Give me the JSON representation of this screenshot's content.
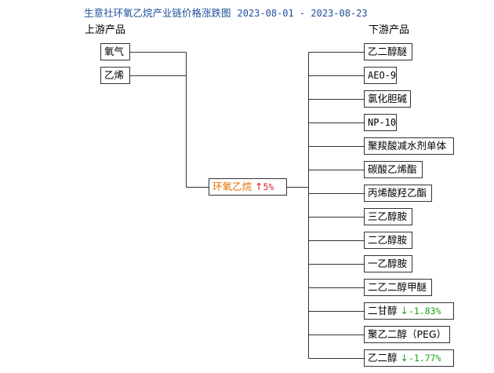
{
  "title": "生意社环氧乙烷产业链价格涨跌图",
  "date_range": "2023-08-01 - 2023-08-23",
  "upstream_heading": "上游产品",
  "downstream_heading": "下游产品",
  "upstream": [
    "氧气",
    "乙烯"
  ],
  "center": {
    "name": "环氧乙烷",
    "arrow": "↑",
    "change": "5%",
    "direction": "up"
  },
  "downstream": [
    {
      "name": "乙二醇醚"
    },
    {
      "name": "AEO-9",
      "mono": true
    },
    {
      "name": "氯化胆碱"
    },
    {
      "name": "NP-10",
      "mono": true
    },
    {
      "name": "聚羧酸减水剂单体"
    },
    {
      "name": "碳酸乙烯酯"
    },
    {
      "name": "丙烯酸羟乙酯"
    },
    {
      "name": "三乙醇胺"
    },
    {
      "name": "二乙醇胺"
    },
    {
      "name": "一乙醇胺"
    },
    {
      "name": "二乙二醇甲醚"
    },
    {
      "name": "二甘醇",
      "arrow": "↓",
      "change": "-1.83%",
      "direction": "down"
    },
    {
      "name": "聚乙二醇（PEG）"
    },
    {
      "name": "乙二醇",
      "arrow": "↓",
      "change": "-1.77%",
      "direction": "down"
    }
  ],
  "colors": {
    "title": "#1f4e9a",
    "center": "#e07000",
    "up": "#e02020",
    "down": "#1aa31a",
    "line": "#333333"
  }
}
